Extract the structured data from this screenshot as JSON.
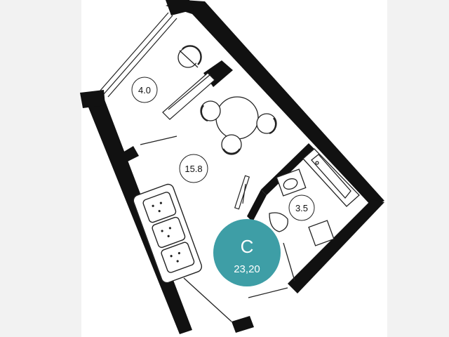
{
  "plan": {
    "rooms": [
      {
        "id": "balcony",
        "area_label": "4.0"
      },
      {
        "id": "living",
        "area_label": "15.8"
      },
      {
        "id": "bathroom",
        "area_label": "3.5"
      }
    ],
    "badge": {
      "letter": "C",
      "total_area": "23,20",
      "color": "#3e9ea6"
    },
    "colors": {
      "wall": "#111111",
      "line": "#222222",
      "paper": "#ffffff"
    }
  }
}
